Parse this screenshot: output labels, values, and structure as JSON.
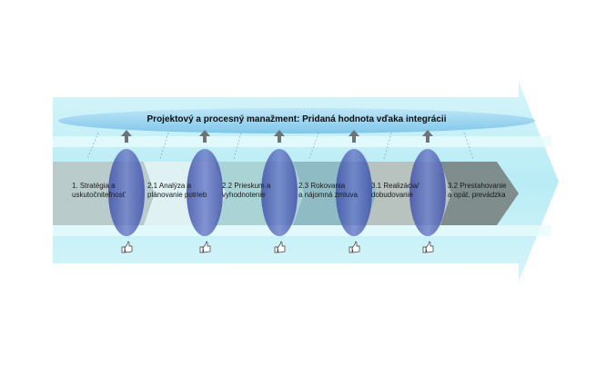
{
  "title": "Projektový a procesný manažment: Pridaná hodnota vďaka integrácii",
  "steps": [
    {
      "line1": "1. Stratégia a",
      "line2": "uskutočniteľnosť"
    },
    {
      "line1": "2.1 Analýza a",
      "line2": "plánovanie potrieb"
    },
    {
      "line1": "2.2 Prieskum a",
      "line2": "vyhodnotenie"
    },
    {
      "line1": "2.3 Rokovania",
      "line2": "a nájomná zmluva"
    },
    {
      "line1": "3.1 Realizácia/",
      "line2": "dobudovanie"
    },
    {
      "line1": "3.2 Prestahovanie",
      "line2": "a opät. prevádzka"
    }
  ],
  "colors": {
    "arrow_light": "#c8f1f7",
    "arrow_mid": "#a5e6f2",
    "ellipse_title": "#9fd6f0",
    "oval_blue": "#4f61b3",
    "step_colors": [
      "#b7c9c8",
      "#d8eeef",
      "#a9d2d4",
      "#8fbcc3",
      "#b6c0bd",
      "#7f8d8d"
    ]
  },
  "icons": [
    "up-arrow-icon",
    "hand-thumb-icon"
  ]
}
